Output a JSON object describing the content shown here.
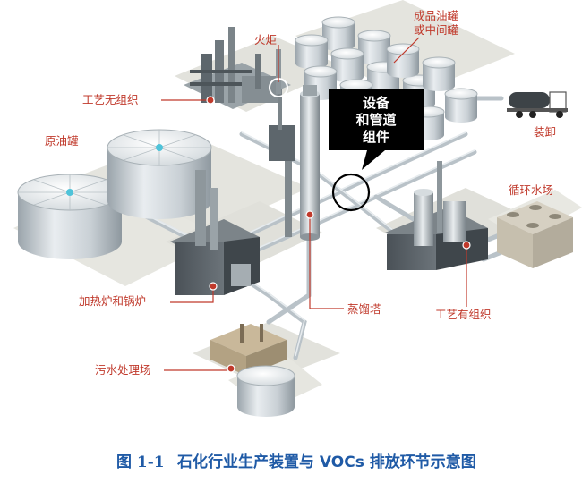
{
  "labels": {
    "flare": "火炬",
    "product_tanks_1": "成品油罐",
    "product_tanks_2": "或中间罐",
    "process_fugitive": "工艺无组织",
    "crude_tanks": "原油罐",
    "loading": "装卸",
    "cooling": "循环水场",
    "heater_boiler": "加热炉和锅炉",
    "distillation": "蒸馏塔",
    "process_organized": "工艺有组织",
    "wastewater": "污水处理场"
  },
  "callout": {
    "line1": "设备",
    "line2": "和管道",
    "line3": "组件"
  },
  "caption": {
    "figure": "图 1-1",
    "title": "石化行业生产装置与 VOCs 排放环节示意图"
  },
  "colors": {
    "label": "#c0392b",
    "caption": "#1f5aa6",
    "callout_bg": "#000000"
  }
}
